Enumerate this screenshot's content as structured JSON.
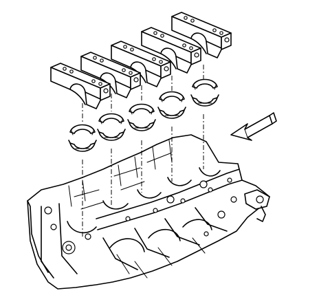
{
  "figure": {
    "caps": [
      {
        "id": 1
      },
      {
        "id": 2
      },
      {
        "id": 3
      },
      {
        "id": 4
      },
      {
        "id": 5
      }
    ],
    "arrow": {
      "direction": "left-down",
      "meaning": "front-of-engine"
    },
    "colors": {
      "line": "#000000",
      "background": "#ffffff"
    }
  }
}
